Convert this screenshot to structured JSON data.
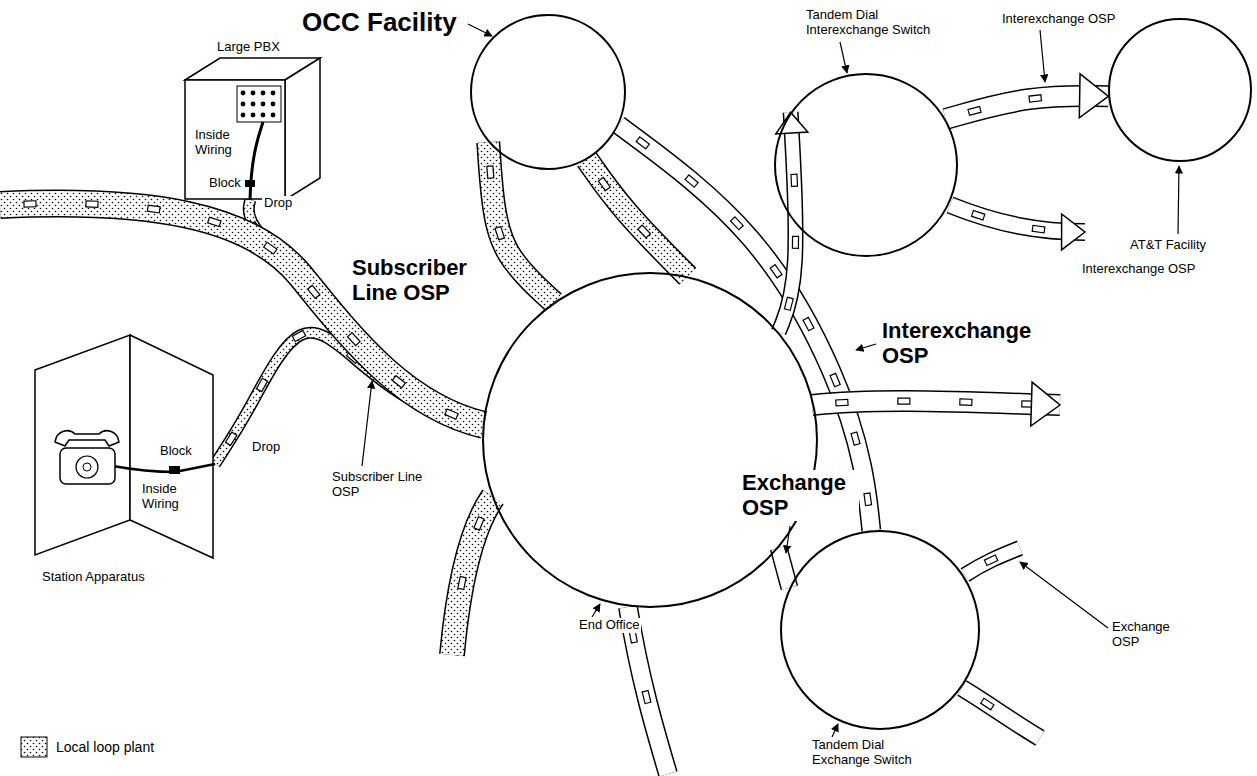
{
  "diagram": {
    "nodes": [
      {
        "text": [
          "OCC Facility"
        ]
      },
      {
        "text": [
          "Tandem Dial Interexchange Switch"
        ]
      },
      {
        "text": [
          "AT&T Facility"
        ]
      },
      {
        "text": [
          "Large PBX"
        ]
      },
      {
        "text": [
          "Station Apparatus"
        ]
      },
      {
        "text": [
          "End Office"
        ]
      },
      {
        "text": [
          "Tandem Dial Exchange Switch"
        ]
      }
    ],
    "edges": [
      {
        "from": 3,
        "to": 5,
        "arrow": "none"
      },
      {
        "from": 4,
        "to": 5,
        "arrow": "none"
      },
      {
        "from": 0,
        "to": 5,
        "arrow": "none"
      },
      {
        "from": 0,
        "to": 5,
        "arrow": "none"
      },
      {
        "from": 0,
        "to": 6,
        "arrow": "none"
      },
      {
        "from": 5,
        "to": 1,
        "arrow": "to"
      },
      {
        "from": 1,
        "to": 2,
        "arrow": "to"
      },
      {
        "from": 5,
        "to": 6,
        "arrow": "none"
      }
    ],
    "labels": [
      "Inside Wiring",
      "Block",
      "Drop",
      "Inside Wiring",
      "Block",
      "Drop",
      "Subscriber Line OSP",
      "Subscriber Line OSP",
      "Interexchange OSP",
      "Interexchange OSP",
      "Interexchange OSP",
      "Exchange OSP",
      "Exchange OSP"
    ],
    "legend": [
      {
        "text": "Local loop plant"
      }
    ]
  }
}
